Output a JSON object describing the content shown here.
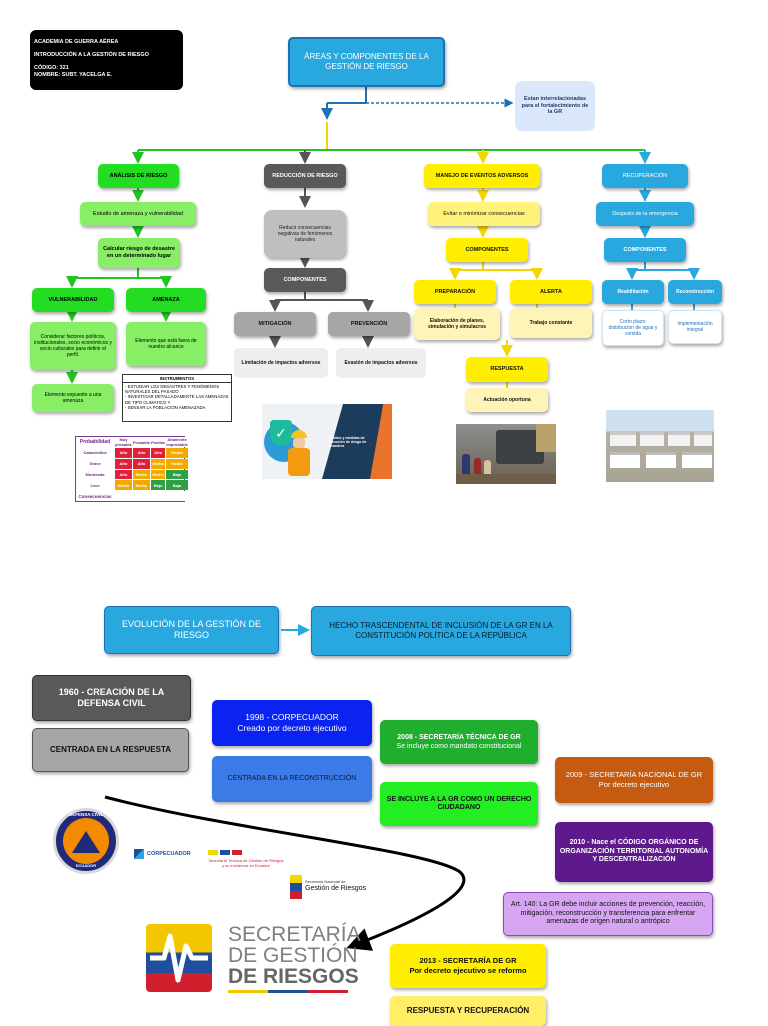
{
  "header": {
    "info_lines": [
      "ACADEMIA DE GUERRA AÉREA",
      "INTRODUCCIÓN A LA GESTIÓN DE RIESGO",
      "CÓDIGO: 321",
      "NOMBRE: SUBT. YACELGA E."
    ],
    "main_title": "ÁREAS Y COMPONENTES DE LA GESTIÓN DE RIESGO",
    "interrelated_note": "Estan interrelacionadas para el fortalecimiento de la GR"
  },
  "analisis": {
    "title": "ANÁLISIS DE RIESGO",
    "study": "Estudio de amenaza y vulnerabilidad",
    "calc": "Calcular riesgo de desastre en un determinado lugar",
    "vuln_title": "VULNERABILIDAD",
    "vuln_text": "Considerar factores políticos, institucionales, socio económicos y socio culturales para definir el perfil.",
    "vuln_element": "Elemento expuesto a una amenaza",
    "amenaza_title": "AMENAZA",
    "amenaza_text": "Elemento que está fuera de nuestro alcance",
    "instr_title": "INSTRUMENTOS",
    "instr_items": [
      "- ESTUDIAR LOS DESASTRES Y FENÓMENOS NATURALES DEL PASADO",
      "- INVESTIGAR DETALLADAMENTE LAS AMENAZAS DE TIPO CLIMATICO Y",
      "- SENSAR LA POBLACION AMENAZADA"
    ]
  },
  "reduccion": {
    "title": "REDUCCIÓN DE RIESGO",
    "text": "Reducir consecuencias negativas de fenómenos naturales",
    "components": "COMPONENTES",
    "mit_title": "MITIGACIÓN",
    "mit_text": "Limitación de impactos adversos",
    "prev_title": "PREVENCIÓN",
    "prev_text": "Evasión de impactos adversos"
  },
  "manejo": {
    "title": "MANEJO DE EVENTOS ADVERSOS",
    "text": "Evitar o minimizar consecuencias",
    "components": "COMPONENTES",
    "prep_title": "PREPARACIÓN",
    "prep_text": "Elaboración de planes, simulación y simulacros",
    "alert_title": "ALERTA",
    "alert_text": "Trabajo constante",
    "resp_title": "RESPUESTA",
    "resp_text": "Actuación oportuna"
  },
  "recuperacion": {
    "title": "RECUPERACIÓN",
    "text": "Después de la emergencia",
    "components": "COMPONENTES",
    "rehab_title": "Reabilitación",
    "rehab_text": "Corto plazo: distribución de agua y comida",
    "recon_title": "Reconstrucción",
    "recon_text": "Implementación integral"
  },
  "risk_matrix": {
    "prob_label": "Probabilidad",
    "cons_label": "Consecuencias",
    "cols": [
      "Muy probable",
      "Probable",
      "Posible",
      "Altamente improbable"
    ],
    "rows": [
      {
        "label": "Catastrófica",
        "cells": [
          "Alto",
          "Alto",
          "Alto",
          "Medio"
        ]
      },
      {
        "label": "Grave",
        "cells": [
          "Alto",
          "Alto",
          "Medio",
          "Medio"
        ]
      },
      {
        "label": "Moderada",
        "cells": [
          "Alto",
          "Medio",
          "Medio",
          "Bajo"
        ]
      },
      {
        "label": "Leve",
        "cells": [
          "Medio",
          "Medio",
          "Bajo",
          "Bajo"
        ]
      }
    ]
  },
  "images": {
    "infographic_caption": "Análisis y medidas de reducción de riesgo de desastres"
  },
  "evolution": {
    "title": "EVOLUCIÓN DE LA GESTIÓN DE RIESGO",
    "milestone": "HECHO TRASCENDENTAL DE INCLUSIÓN DE LA GR EN LA CONSTITUCIÓN POLÍTICA DE LA REPÚBLICA",
    "y1960": "1960 - CREACIÓN DE LA DEFENSA CIVIL",
    "y1960_focus": "CENTRADA EN LA RESPUESTA",
    "y1998": "1998 - CORPECUADOR",
    "y1998_sub": "Creado por decreto ejecutivo",
    "y1998_focus": "CENTRADA EN LA RECONSTRUCCIÓN",
    "y2008": "2008 - SECRETARÍA TÉCNICA DE GR",
    "y2008_sub": "Se incluye como mandato constitucional",
    "y2008_focus": "SE INCLUYE A LA GR COMO UN DERECHO CIUDADANO",
    "y2009": "2009 - SECRETARÍA NACIONAL DE GR",
    "y2009_sub": "Por decreto ejecutivo",
    "y2010": "2010 - Nace el CÓDIGO ORGÁNICO DE ORGANIZACIÓN TERRITORIAL AUTONOMÍA Y DESCENTRALIZACIÓN",
    "art140": "Art. 140: La GR debe incluir acciones de prevención, reacción, mitigación, reconstrucción y transferencia para enfrentar amenazas de origen natural o antrópico",
    "y2013": "2013 - SECRETARÍA DE GR",
    "y2013_sub": "Por decreto ejecutivo se reformo",
    "y2013_focus": "RESPUESTA Y RECUPERACIÓN"
  },
  "logos": {
    "defensa_civil": [
      "DEFENSA CIVIL",
      "ECUADOR"
    ],
    "corpecuador": "CORPECUADOR",
    "stgr": "Secretaría Técnica de Gestión de Riesgos y su incidencia en Ecuador",
    "sngr": [
      "Secretaria Nacional de",
      "Gestión de Riesgos"
    ],
    "sgr": [
      "SECRETARÍA",
      "DE GESTIÓN",
      "DE RIESGOS"
    ]
  },
  "colors": {
    "accent_blue": "#29a8e0",
    "green": "#22dd22",
    "light_green": "#88ee66",
    "gray": "#595959",
    "yellow": "#ffee00",
    "pale_yellow": "#fff4b8",
    "purple": "#5e1a8c",
    "orange": "#c55a11"
  }
}
